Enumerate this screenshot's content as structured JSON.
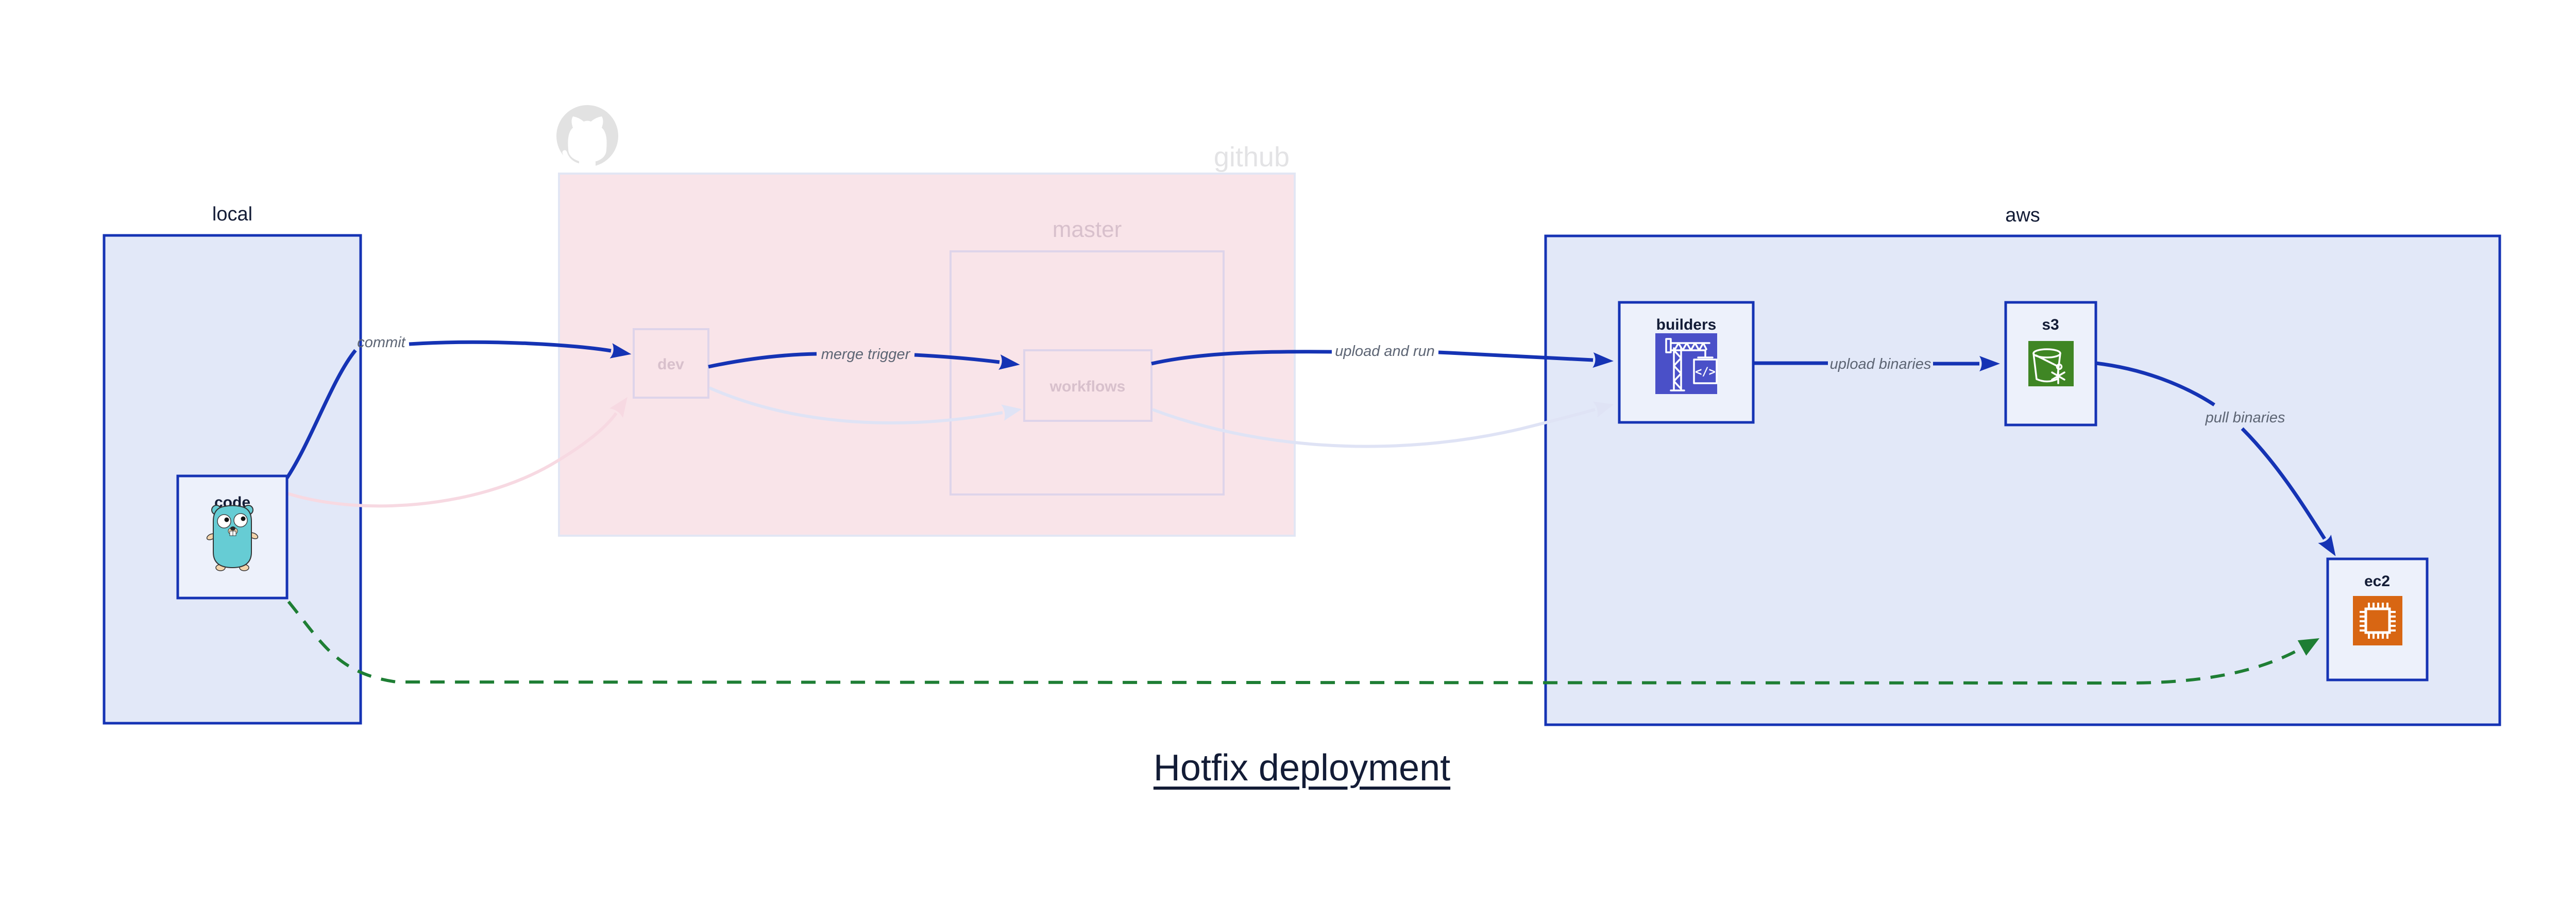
{
  "title": "Hotfix deployment",
  "colors": {
    "accent_blue": "#1533b4",
    "group_fill": "#e2e8f8",
    "node_fill": "#edf1fb",
    "github_fill": "#f9e4e9",
    "github_border": "#e2e6f4",
    "faded_border": "#ded4ea",
    "faded_label": "#d8c0cc",
    "github_gray": "#e3e3e5",
    "edge_label_gray": "#5d6574",
    "green": "#1e7e34",
    "ink": "#131c36",
    "codebuild_purple": "#4a50c8",
    "s3_green": "#3f8624",
    "ec2_orange": "#d86613",
    "faded_blue_edge": "#dfe3f5",
    "faded_pink_edge": "#f7d9e2",
    "gopher_teal": "#66ccd4",
    "gopher_tan": "#f3d4ac"
  },
  "groups": {
    "local": {
      "label": "local"
    },
    "github": {
      "label": "github",
      "master": {
        "label": "master"
      }
    },
    "aws": {
      "label": "aws"
    }
  },
  "nodes": {
    "code": {
      "label": "code",
      "icon": "go-gopher"
    },
    "dev": {
      "label": "dev"
    },
    "workflows": {
      "label": "workflows"
    },
    "builders": {
      "label": "builders",
      "icon": "codebuild-crane"
    },
    "s3": {
      "label": "s3",
      "icon": "s3-glacier-bucket"
    },
    "ec2": {
      "label": "ec2",
      "icon": "ec2-chip"
    }
  },
  "edges": {
    "commit": {
      "label": "commit"
    },
    "merge_trigger": {
      "label": "merge trigger"
    },
    "upload_and_run": {
      "label": "upload and run"
    },
    "upload_binaries": {
      "label": "upload binaries"
    },
    "pull_binaries": {
      "label": "pull binaries"
    }
  }
}
